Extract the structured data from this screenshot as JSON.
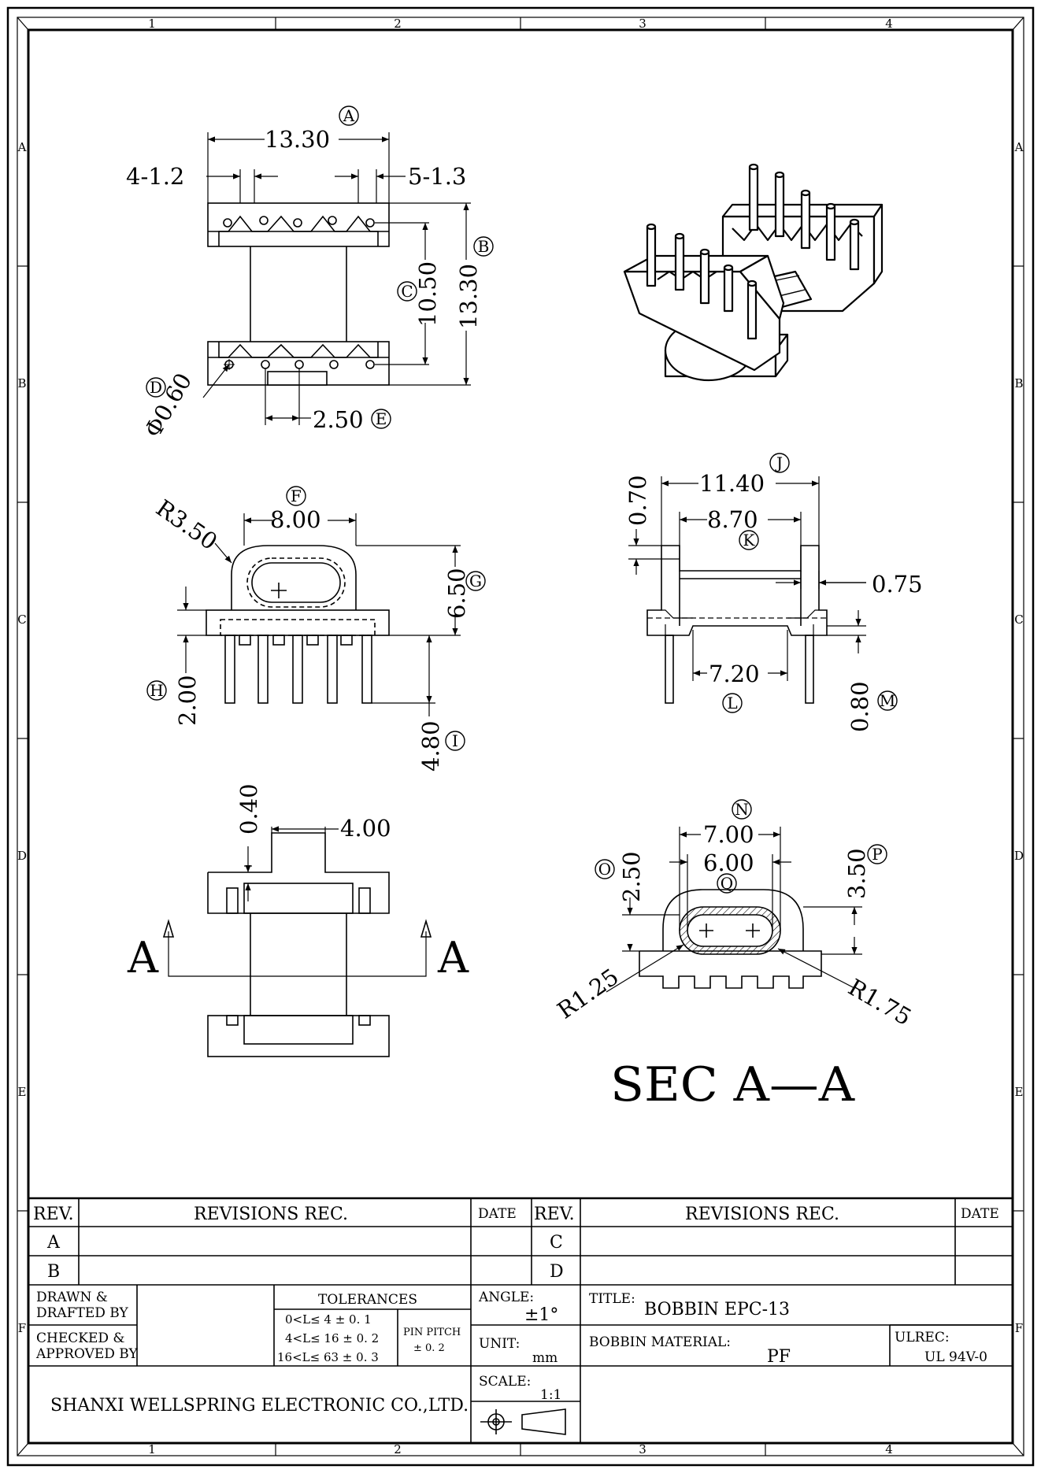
{
  "zones": {
    "columns": [
      "1",
      "2",
      "3",
      "4"
    ],
    "rows": [
      "A",
      "B",
      "C",
      "D",
      "E",
      "F"
    ]
  },
  "dimensions": {
    "overall_width": "13.30",
    "left_pins": "4-1.2",
    "right_pins": "5-1.3",
    "overall_height": "13.30",
    "pin_row_span": "10.50",
    "pin_dia": "Φ0.60",
    "pin_pitch": "2.50",
    "flange_top_width": "8.00",
    "flange_radius": "R3.50",
    "flange_height": "6.50",
    "base_height": "2.00",
    "pin_length": "4.80",
    "span_outer": "11.40",
    "span_inner": "8.70",
    "flange_thickness": "0.70",
    "wall": "0.75",
    "winding_width": "7.20",
    "step": "0.80",
    "slot_depth": "0.40",
    "slot_width": "4.00",
    "core_outer": "7.00",
    "core_inner": "6.00",
    "core_half": "2.50",
    "core_height": "3.50",
    "r_inner": "R1.25",
    "r_outer": "R1.75"
  },
  "callouts": [
    "A",
    "B",
    "C",
    "D",
    "E",
    "F",
    "G",
    "H",
    "I",
    "J",
    "K",
    "L",
    "M",
    "N",
    "O",
    "P",
    "Q"
  ],
  "section_marks": {
    "left": "A",
    "right": "A"
  },
  "section_title": "SEC    A—A",
  "title_block": {
    "rev_header": "REV.",
    "revisions_header": "REVISIONS REC.",
    "date_header": "DATE",
    "rev_left": [
      "A",
      "B"
    ],
    "rev_right": [
      "C",
      "D"
    ],
    "drawn_label": "DRAWN  &\nDRAFTED BY",
    "checked_label": "CHECKED  &\nAPPROVED BY",
    "tolerances_label": "TOLERANCES",
    "tol_rows": [
      "0<L≤ 4   ± 0. 1",
      "4<L≤ 16 ± 0. 2",
      "16<L≤ 63 ± 0. 3"
    ],
    "pin_pitch_label": "PIN PITCH",
    "pin_pitch_tol": "± 0. 2",
    "angle_label": "ANGLE:",
    "angle_value": "±1°",
    "unit_label": "UNIT:",
    "unit_value": "mm",
    "scale_label": "SCALE:",
    "scale_value": "1:1",
    "title_label": "TITLE:",
    "title_value": "BOBBIN  EPC-13",
    "material_label": "BOBBIN MATERIAL:",
    "material_value": "PF",
    "ulrec_label": "ULREC:",
    "ulrec_value": "UL 94V-0",
    "company": "SHANXI WELLSPRING ELECTRONIC CO.,LTD."
  }
}
